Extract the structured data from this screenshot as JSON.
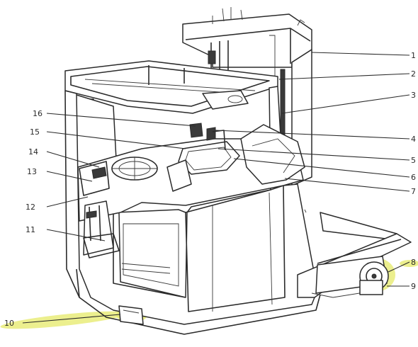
{
  "callouts": {
    "left": [
      "16",
      "15",
      "14",
      "13",
      "12",
      "11",
      "10"
    ],
    "right": [
      "1",
      "2",
      "3",
      "4",
      "5",
      "6",
      "7",
      "8",
      "9"
    ]
  },
  "highlight_color": "#e9ec7a"
}
